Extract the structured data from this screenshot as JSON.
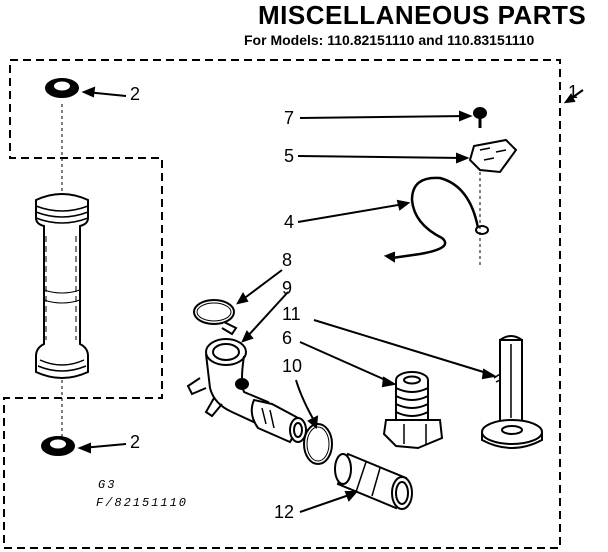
{
  "header": {
    "title": "MISCELLANEOUS PARTS",
    "subtitle": "For Models: 110.82151110 and 110.83151110"
  },
  "callouts": {
    "c1": "1",
    "c2a": "2",
    "c2b": "2",
    "c7": "7",
    "c5": "5",
    "c4": "4",
    "c8": "8",
    "c9": "9",
    "c11": "11",
    "c6": "6",
    "c10": "10",
    "c12": "12"
  },
  "codes": {
    "line1": "G3",
    "line2": "F/82151110"
  }
}
